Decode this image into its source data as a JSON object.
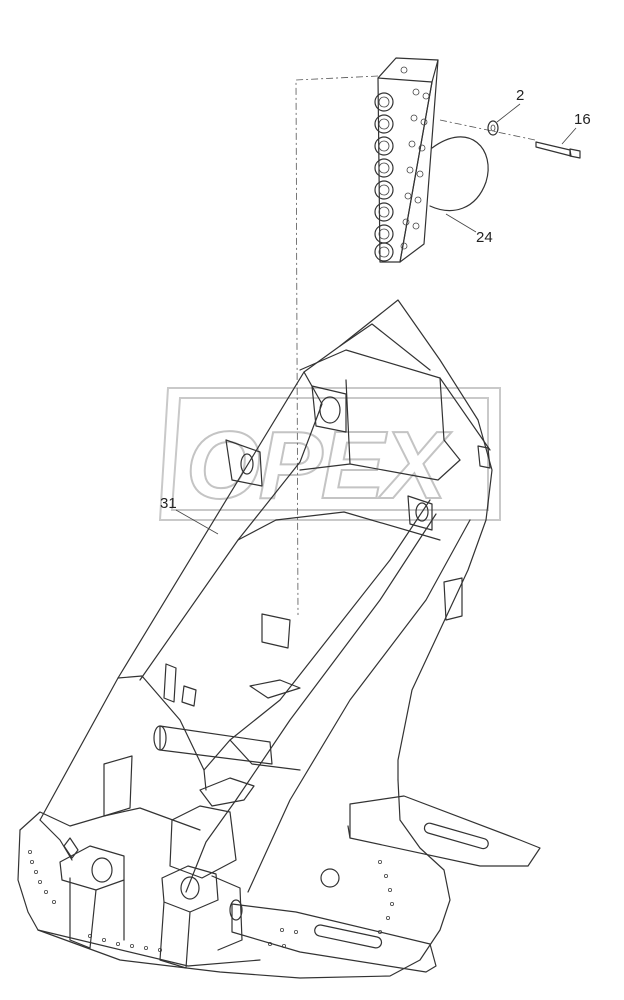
{
  "watermark": {
    "text": "OPEX"
  },
  "callouts": [
    {
      "id": "2",
      "label": "2"
    },
    {
      "id": "16",
      "label": "16"
    },
    {
      "id": "24",
      "label": "24"
    },
    {
      "id": "31",
      "label": "31"
    }
  ]
}
